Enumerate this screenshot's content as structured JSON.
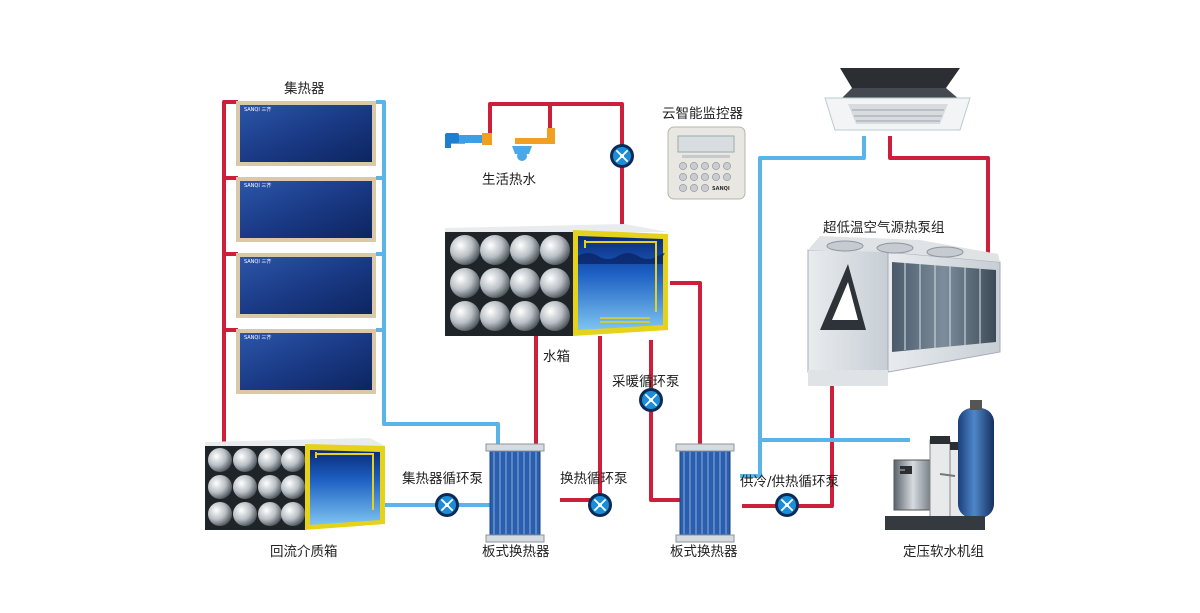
{
  "labels": {
    "collector": "集热器",
    "domestic_hot_water": "生活热水",
    "cloud_controller": "云智能监控器",
    "heat_pump": "超低温空气源热泵组",
    "water_tank": "水箱",
    "heating_pump": "采暖循环泵",
    "collector_pump": "集热器循环泵",
    "exchange_pump": "换热循环泵",
    "supply_pump": "供冷/供热循环泵",
    "return_tank": "回流介质箱",
    "plate_exchanger_1": "板式换热器",
    "plate_exchanger_2": "板式换热器",
    "water_softener": "定压软水机组"
  },
  "brand": {
    "panel_logo": "SANQI 三齐",
    "controller_logo": "SANQI"
  },
  "colors": {
    "hot_pipe": "#cc1f3a",
    "cold_pipe": "#5ab4e8",
    "panel_frame": "#d9c9a8",
    "tank_frame": "#e6d21a",
    "pump_fill": "#1a8ed8",
    "pump_ring": "#0c2a55"
  }
}
